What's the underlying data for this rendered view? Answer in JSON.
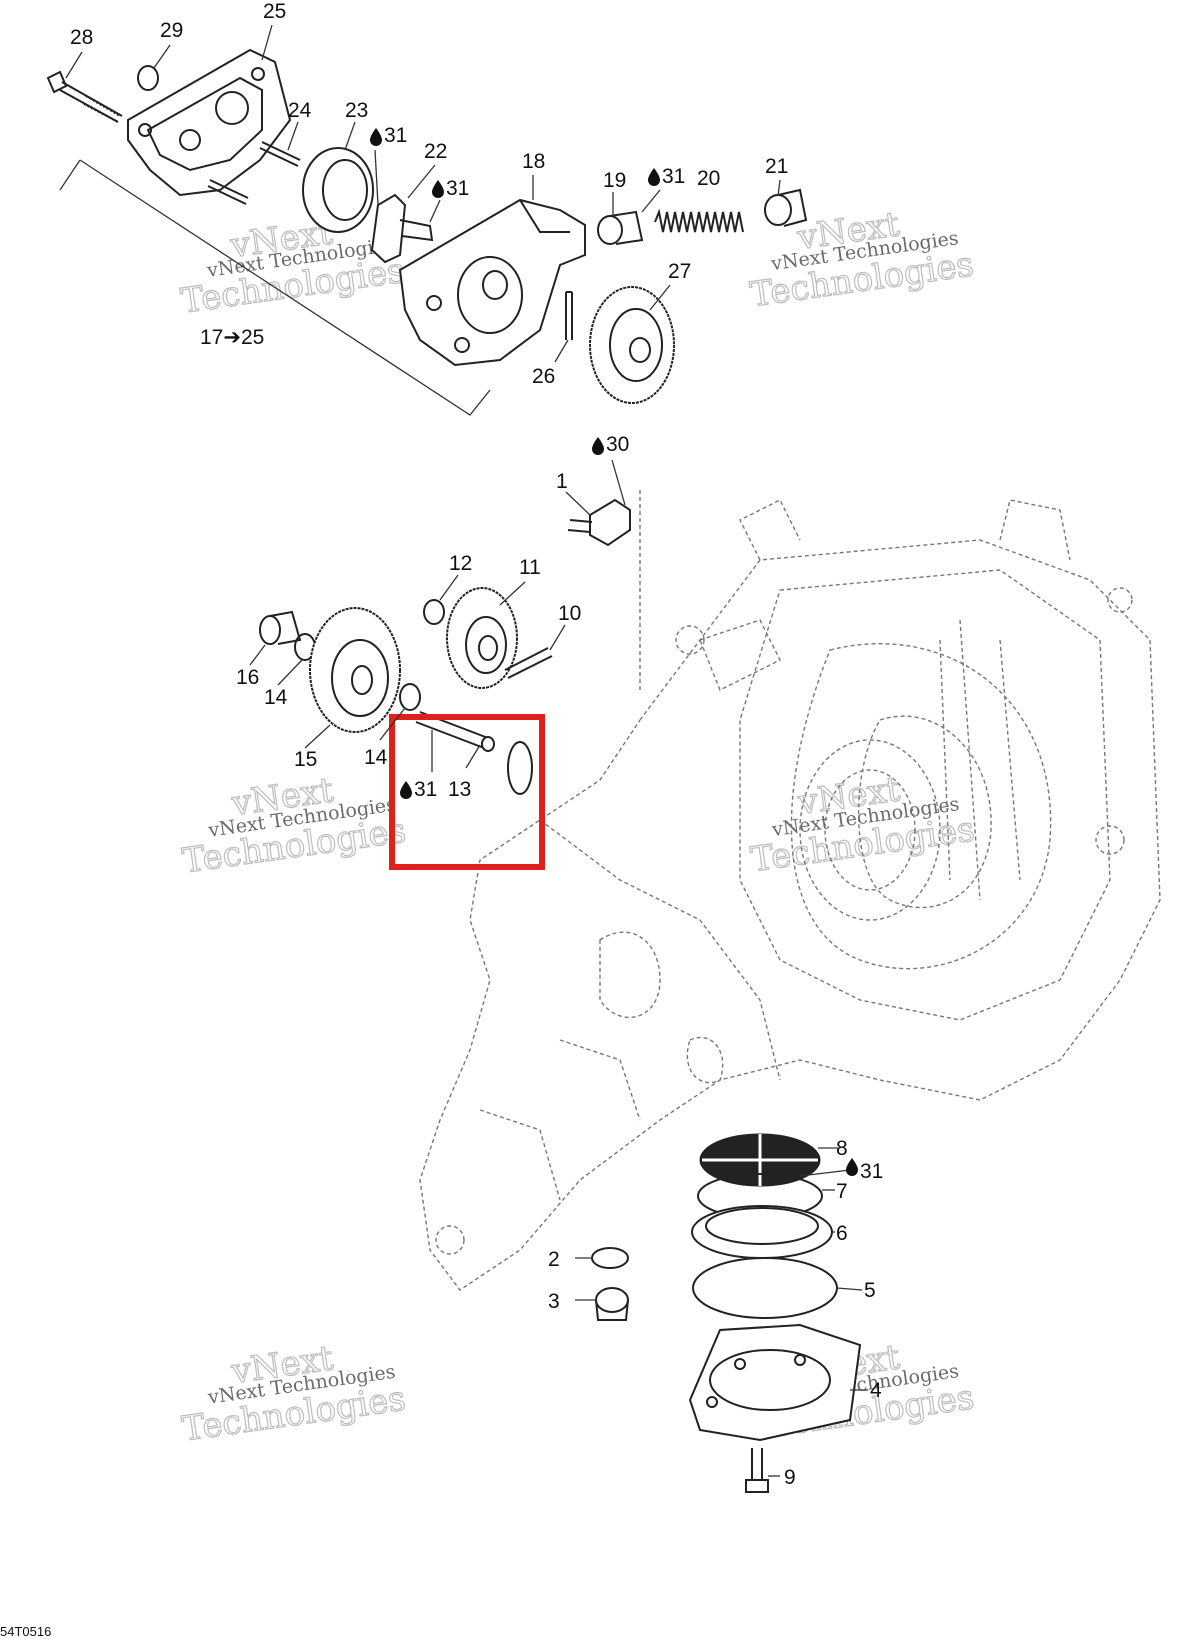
{
  "diagram_id": "54T0516",
  "watermark": {
    "line1": "vNext Technologies",
    "line2": "vNext",
    "line3": "Technologies"
  },
  "callouts": [
    {
      "id": "c28",
      "text": "28"
    },
    {
      "id": "c29",
      "text": "29"
    },
    {
      "id": "c25",
      "text": "25"
    },
    {
      "id": "c24",
      "text": "24"
    },
    {
      "id": "c23",
      "text": "23"
    },
    {
      "id": "c31a",
      "text": "31"
    },
    {
      "id": "c22",
      "text": "22"
    },
    {
      "id": "c31b",
      "text": "31"
    },
    {
      "id": "c18",
      "text": "18"
    },
    {
      "id": "c19",
      "text": "19"
    },
    {
      "id": "c31c",
      "text": "31"
    },
    {
      "id": "c20",
      "text": "20"
    },
    {
      "id": "c21",
      "text": "21"
    },
    {
      "id": "c27",
      "text": "27"
    },
    {
      "id": "c26",
      "text": "26"
    },
    {
      "id": "c1725",
      "text": "17➔25"
    },
    {
      "id": "c30",
      "text": "30"
    },
    {
      "id": "c1",
      "text": "1"
    },
    {
      "id": "c12",
      "text": "12"
    },
    {
      "id": "c11",
      "text": "11"
    },
    {
      "id": "c10",
      "text": "10"
    },
    {
      "id": "c16",
      "text": "16"
    },
    {
      "id": "c14a",
      "text": "14"
    },
    {
      "id": "c15",
      "text": "15"
    },
    {
      "id": "c14b",
      "text": "14"
    },
    {
      "id": "c31d",
      "text": "31"
    },
    {
      "id": "c13",
      "text": "13"
    },
    {
      "id": "c8",
      "text": "8"
    },
    {
      "id": "c31e",
      "text": "31"
    },
    {
      "id": "c7",
      "text": "7"
    },
    {
      "id": "c6",
      "text": "6"
    },
    {
      "id": "c2",
      "text": "2"
    },
    {
      "id": "c5",
      "text": "5"
    },
    {
      "id": "c3",
      "text": "3"
    },
    {
      "id": "c4",
      "text": "4"
    },
    {
      "id": "c9",
      "text": "9"
    }
  ],
  "highlight_color": "#e0201b",
  "icons": {
    "oil": "oil-drop-icon"
  }
}
